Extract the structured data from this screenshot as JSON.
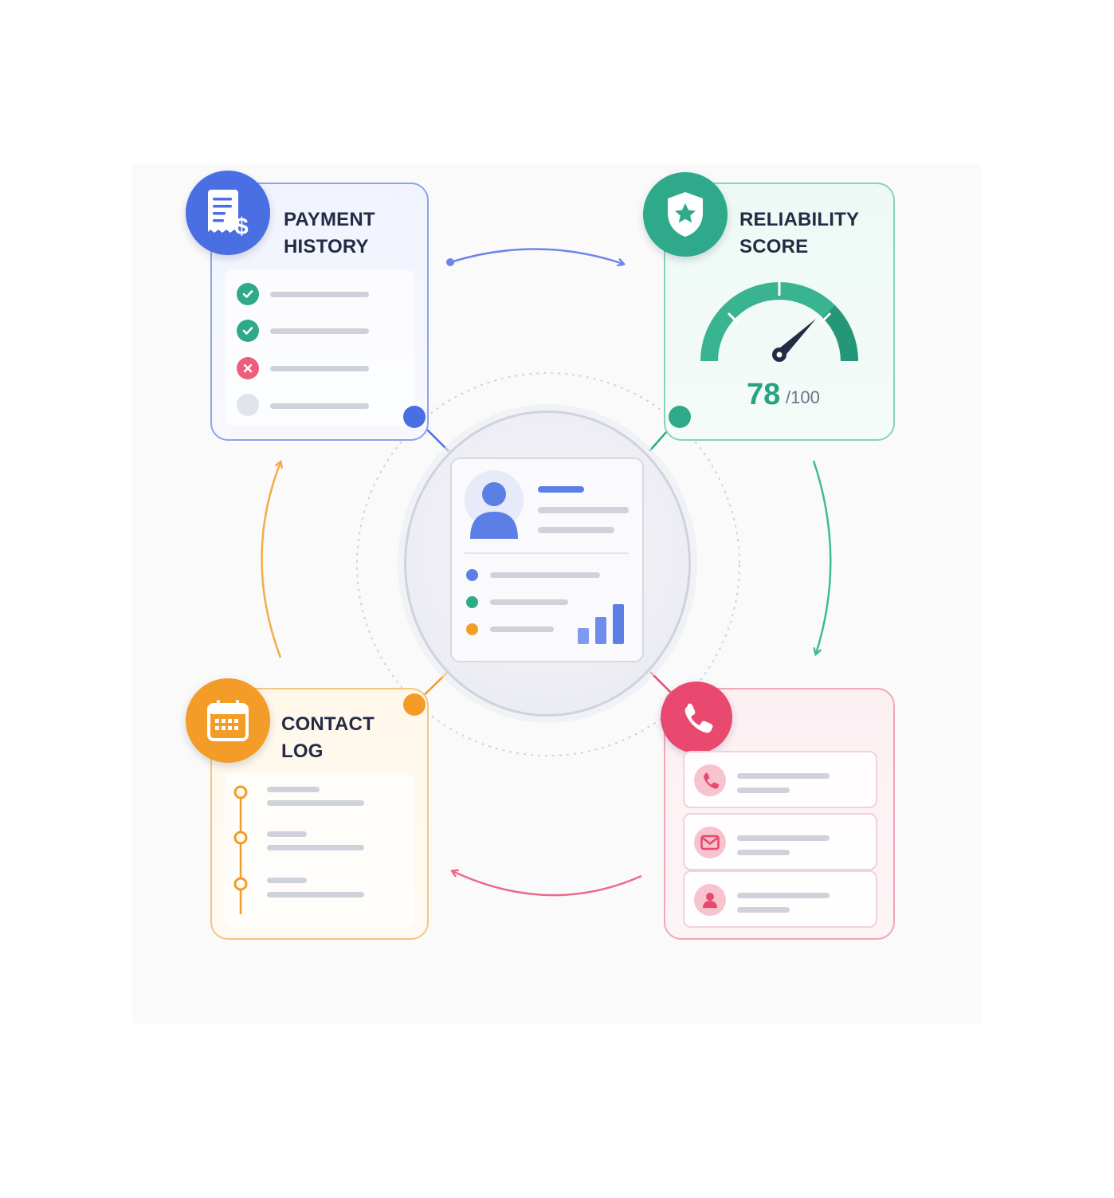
{
  "cards": {
    "payment": {
      "title": "PAYMENT\nHISTORY",
      "statuses": [
        "paid",
        "paid",
        "missed",
        "pending"
      ]
    },
    "reliability": {
      "title": "RELIABILITY\nSCORE",
      "score": "78",
      "max": "/100",
      "score_fraction": 0.78
    },
    "contact_log": {
      "title": "CONTACT\nLOG",
      "entries": 3
    },
    "channels": {
      "items": [
        "phone-icon",
        "email-icon",
        "person-icon"
      ]
    }
  },
  "colors": {
    "blue": "#4a6fe3",
    "green": "#2ea98a",
    "orange": "#f39c28",
    "pink": "#e9496f"
  }
}
